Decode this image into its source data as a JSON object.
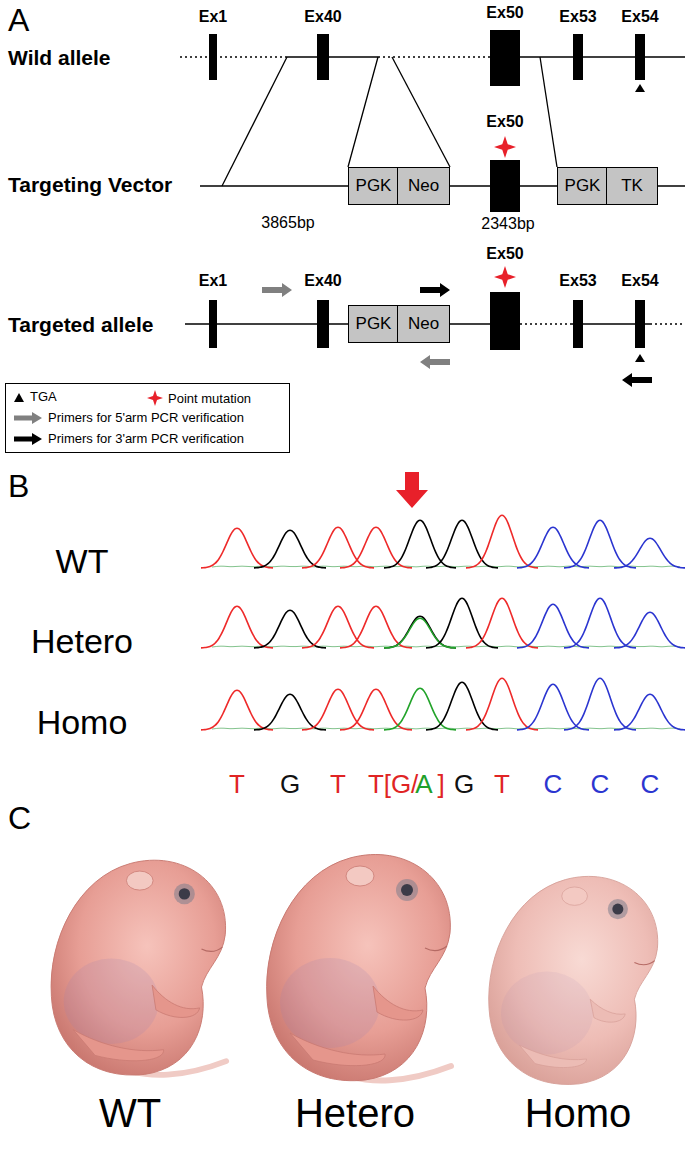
{
  "diagram": {
    "nodes": [
      {
        "text": [
          "Ex1"
        ]
      },
      {
        "text": [
          "Ex40"
        ]
      },
      {
        "text": [
          "Ex50"
        ]
      },
      {
        "text": [
          "Ex53"
        ]
      },
      {
        "text": [
          "Ex54"
        ]
      },
      {
        "text": [
          "PGK"
        ]
      },
      {
        "text": [
          "Neo"
        ]
      },
      {
        "text": [
          "Ex50"
        ]
      },
      {
        "text": [
          "PGK"
        ]
      },
      {
        "text": [
          "TK"
        ]
      },
      {
        "text": [
          "Ex1"
        ]
      },
      {
        "text": [
          "Ex40"
        ]
      },
      {
        "text": [
          "PGK"
        ]
      },
      {
        "text": [
          "Neo"
        ]
      },
      {
        "text": [
          "Ex50"
        ]
      },
      {
        "text": [
          "Ex53"
        ]
      },
      {
        "text": [
          "Ex54"
        ]
      }
    ],
    "labels": [
      "A",
      "Wild allele",
      "Targeting Vector",
      "3865bp",
      "2343bp",
      "Targeted allele",
      "B",
      "WT",
      "Hetero",
      "Homo",
      "T",
      "G",
      "T",
      "T",
      "[G/",
      "A",
      "]",
      "G",
      "T",
      "C",
      "C",
      "C",
      "C",
      "WT",
      "Hetero",
      "Homo"
    ],
    "legend": [
      {
        "text": "TGA"
      },
      {
        "text": "Point mutation"
      },
      {
        "text": "Primers for 5'arm PCR verification"
      },
      {
        "text": "Primers for 3'arm PCR verification"
      }
    ]
  }
}
